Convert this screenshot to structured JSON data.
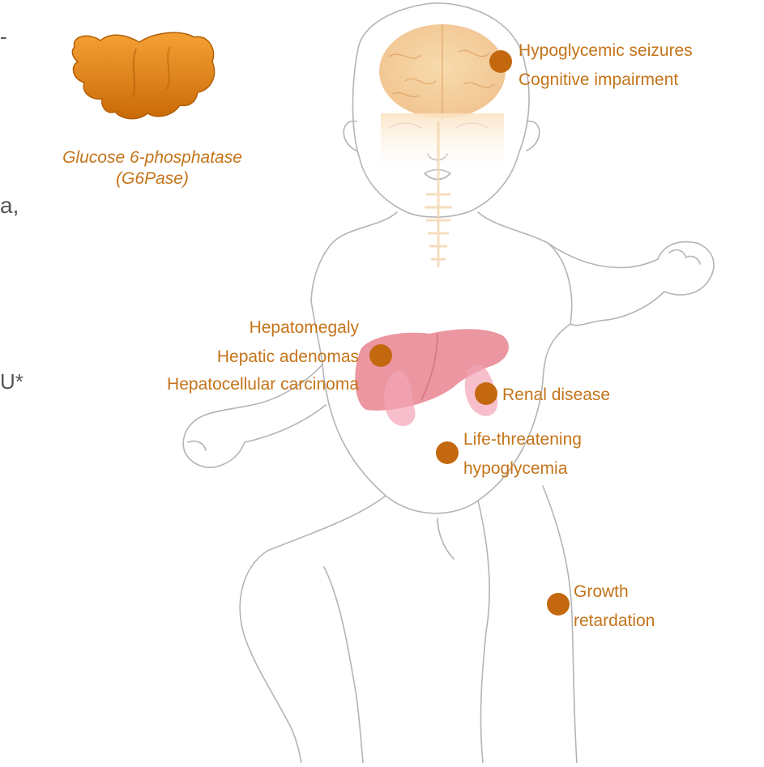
{
  "colors": {
    "label": "#c4741a",
    "dot": "#c4680f",
    "outline": "#b4b4b4",
    "brain": "#f3c98f",
    "liver": "#e7848f",
    "kidney": "#f3a4b6",
    "enzyme": "#e58615"
  },
  "icons": [
    "enzyme-icon",
    "brain-icon",
    "liver-icon",
    "kidney-icon",
    "spine-icon"
  ],
  "edge_text": [
    "-",
    "a,",
    "U*"
  ],
  "enzyme": {
    "name": "Glucose 6-phosphatase",
    "abbr": "(G6Pase)"
  },
  "labels": {
    "seizures": "Hypoglycemic seizures",
    "cognitive": "Cognitive impairment",
    "hepatomegaly": "Hepatomegaly",
    "adenomas": "Hepatic adenomas",
    "carcinoma": "Hepatocellular carcinoma",
    "renal": "Renal disease",
    "hypo_1": "Life-threatening",
    "hypo_2": "hypoglycemia",
    "growth_1": "Growth",
    "growth_2": "retardation"
  }
}
